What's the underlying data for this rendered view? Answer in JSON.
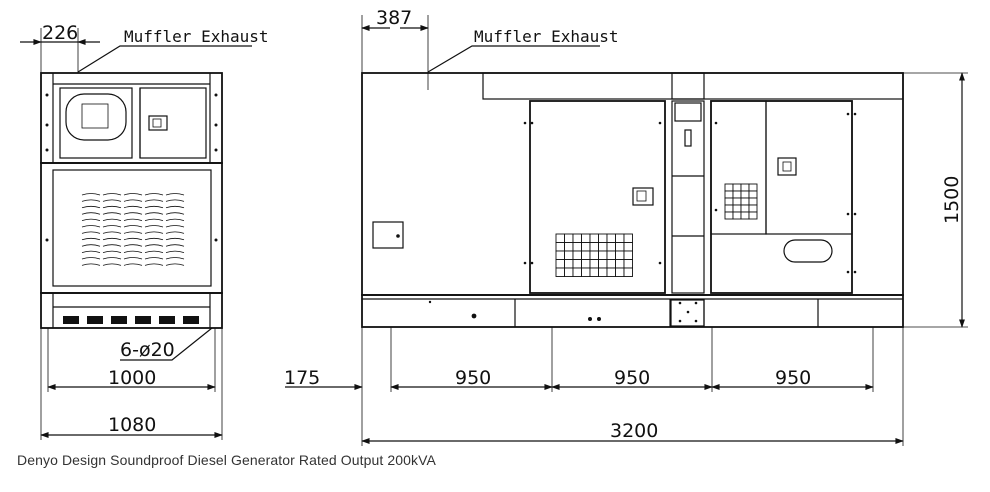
{
  "annotations": {
    "muffler_front": "Muffler Exhaust",
    "muffler_side": "Muffler Exhaust",
    "holes": "6-ø20"
  },
  "front_view_dims": {
    "exhaust_offset": "226",
    "hole_span": "1000",
    "overall_width": "1080"
  },
  "side_view_dims": {
    "exhaust_offset": "387",
    "height": "1500",
    "first_spacing": "175",
    "spacing_1": "950",
    "spacing_2": "950",
    "spacing_3": "950",
    "overall_length": "3200"
  },
  "caption": "Denyo Design Soundproof Diesel Generator Rated Output 200kVA"
}
